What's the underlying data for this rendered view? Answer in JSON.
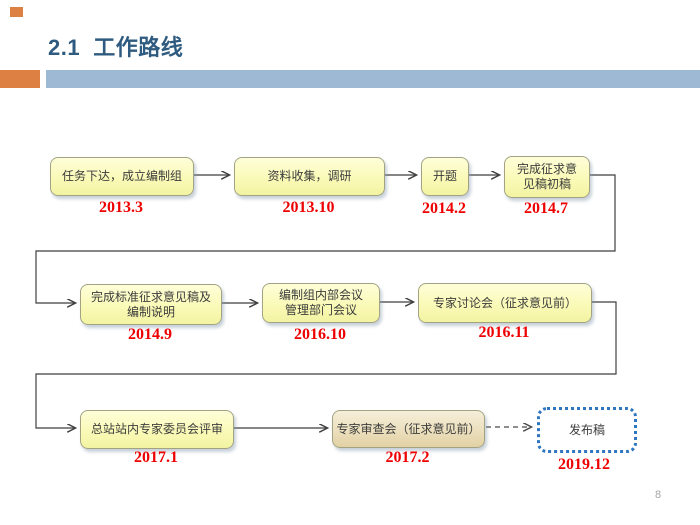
{
  "slide": {
    "title": "2.1  工作路线",
    "page_number": "8",
    "colors": {
      "accent_orange": "#DC8044",
      "accent_blue": "#9EB9D3",
      "title_blue": "#2E5B7F",
      "date_red": "#EE0000",
      "box_yellow": "#FAFAB8",
      "box_tan": "#EBDFBD",
      "publish_border_blue": "#2E76BE",
      "connector_line": "#3F3F3F"
    }
  },
  "flow": {
    "rows": [
      {
        "boxes": [
          {
            "label": "任务下达，成立编制组",
            "date": "2013.3"
          },
          {
            "label": "资料收集，调研",
            "date": "2013.10"
          },
          {
            "label": "开题",
            "date": "2014.2"
          },
          {
            "label": "完成征求意\n见稿初稿",
            "date": "2014.7"
          }
        ]
      },
      {
        "boxes": [
          {
            "label": "完成标准征求意见稿及\n编制说明",
            "date": "2014.9"
          },
          {
            "label": "编制组内部会议\n管理部门会议",
            "date": "2016.10"
          },
          {
            "label": "专家讨论会（征求意见前）",
            "date": "2016.11"
          }
        ]
      },
      {
        "boxes": [
          {
            "label": "总站站内专家委员会评审",
            "date": "2017.1"
          },
          {
            "label": "专家审查会（征求意见前）",
            "date": "2017.2"
          },
          {
            "label": "发布稿",
            "date": "2019.12"
          }
        ]
      }
    ]
  }
}
